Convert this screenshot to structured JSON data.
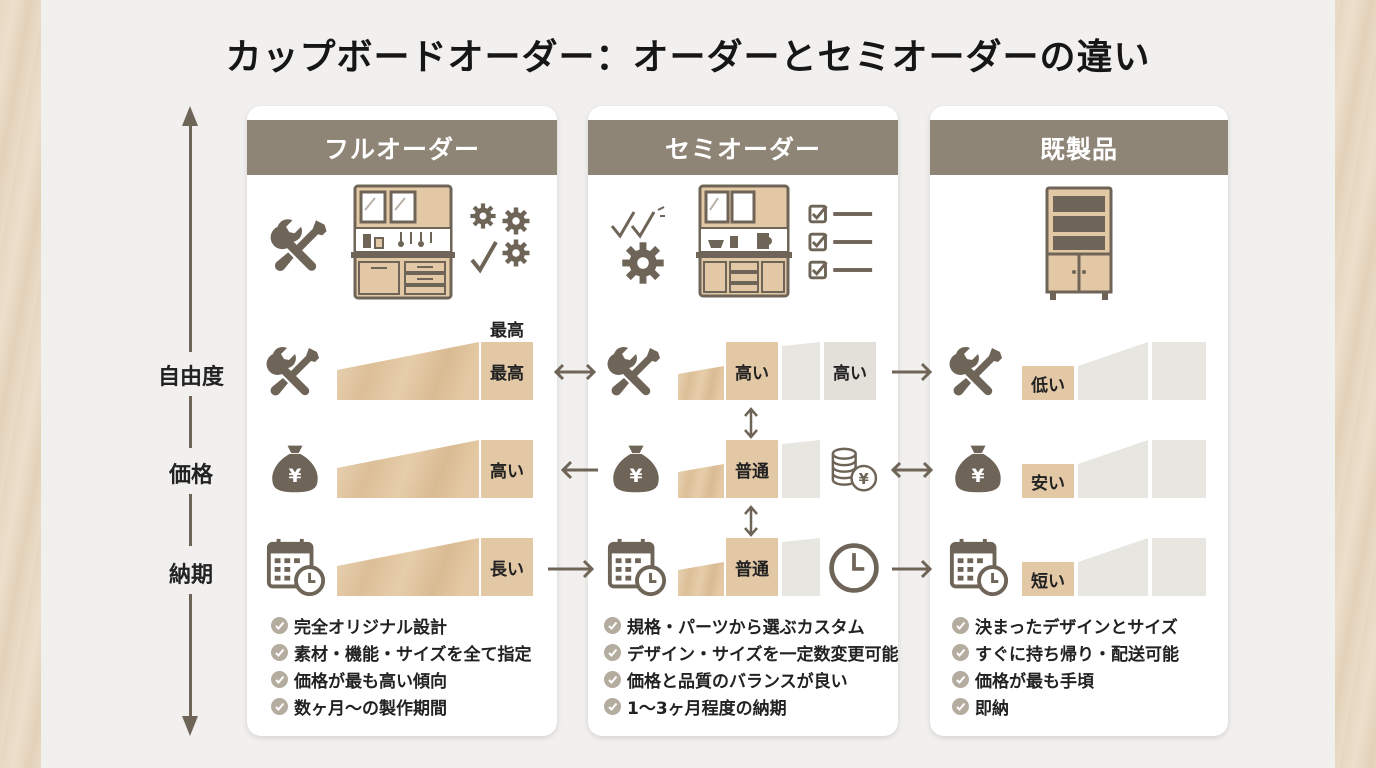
{
  "title": "カップボードオーダー：オーダーとセミオーダーの違い",
  "axis": {
    "freedom": "自由度",
    "price": "価格",
    "delivery": "納期"
  },
  "columns": [
    {
      "header": "フルオーダー",
      "top_note": "最高",
      "freedom": "最高",
      "price": "高い",
      "delivery": "長い",
      "features": [
        "完全オリジナル設計",
        "素材・機能・サイズを全て指定",
        "価格が最も高い傾向",
        "数ヶ月〜の製作期間"
      ]
    },
    {
      "header": "セミオーダー",
      "freedom": "高い",
      "freedom_side": "高い",
      "price": "普通",
      "delivery": "普通",
      "features": [
        "規格・パーツから選ぶカスタム",
        "デザイン・サイズを一定数変更可能",
        "価格と品質のバランスが良い",
        "1〜3ヶ月程度の納期"
      ]
    },
    {
      "header": "既製品",
      "freedom": "低い",
      "price": "安い",
      "delivery": "短い",
      "features": [
        "決まったデザインとサイズ",
        "すぐに持ち帰り・配送可能",
        "価格が最も手頃",
        "即納"
      ]
    }
  ],
  "colors": {
    "header": "#8f8577",
    "icon": "#6e6457",
    "wood": "#e3c8a6",
    "grey": "#e3e0da"
  },
  "icons": {
    "tools": "wrench-screwdriver-icon",
    "money": "money-bag-yen-icon",
    "calendar": "calendar-clock-icon",
    "coins": "coins-yen-icon",
    "clock": "clock-icon",
    "gear": "gear-icon",
    "checklist": "checklist-icon",
    "cabinet": "cupboard-icon"
  }
}
